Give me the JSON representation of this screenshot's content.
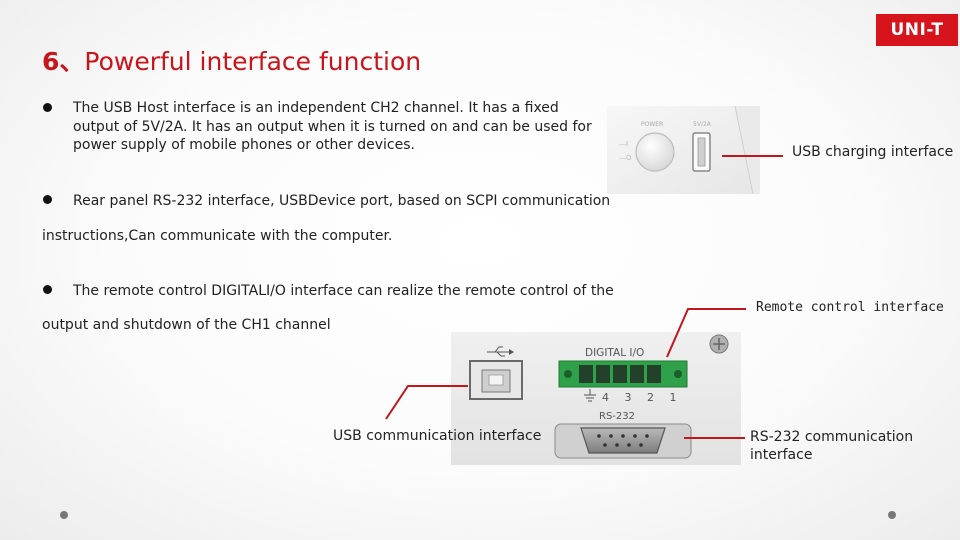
{
  "logo": {
    "text": "UNI-T"
  },
  "slide": {
    "title_num": "6、",
    "title_text": "Powerful interface function"
  },
  "bullets": [
    "The USB Host interface is an independent CH2 channel. It has a fixed output of 5V/2A. It has an output when it is turned on and can be used for power supply of mobile phones or other devices.",
    "Rear panel RS-232 interface, USBDevice port, based on SCPI communication",
    "instructions,Can communicate with the computer.",
    "The remote control DIGITALI/O interface can realize the remote control of the",
    "output and shutdown of the CH1 channel"
  ],
  "photo_top": {
    "power_label": "POWER",
    "usb_label": "5V/2A"
  },
  "photo_bottom": {
    "digital_label": "DIGITAL I/O",
    "pins": "4 3 2 1",
    "rs232_label": "RS-232"
  },
  "callouts": {
    "usb_charging": "USB charging interface",
    "remote": "Remote control interface",
    "usb_comm": "USB communication interface",
    "rs232_line1": "RS-232 communication",
    "rs232_line2": "interface"
  },
  "colors": {
    "accent": "#c8141a",
    "leader": "#c0161c"
  }
}
